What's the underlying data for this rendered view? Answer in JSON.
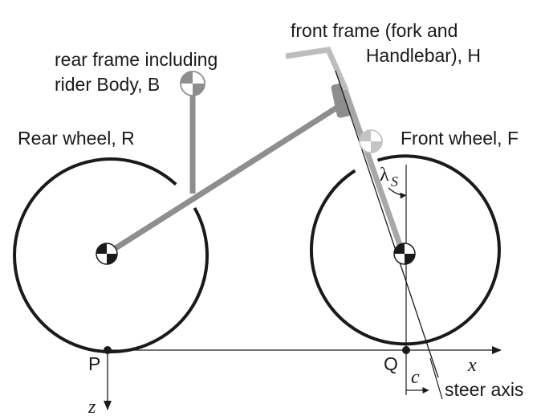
{
  "labels": {
    "rear_frame_line1": "rear frame including",
    "rear_frame_line2": "rider Body, B",
    "front_frame_line1": "front frame (fork and",
    "front_frame_line2": "Handlebar), H",
    "rear_wheel": "Rear wheel, R",
    "front_wheel": "Front wheel, F",
    "point_p": "P",
    "point_q": "Q",
    "axis_x": "x",
    "axis_z": "z",
    "trail": "c",
    "steer_axis": "steer axis",
    "steer_angle_symbol": "λ",
    "steer_angle_subscript": "S"
  },
  "colors": {
    "ink": "#1a1a1a",
    "frame_gray": "#8e8e8e",
    "handlebar_gray": "#bdbdbd",
    "fork_gray": "#a8a8a8",
    "com_marker": "center-of-mass-symbol"
  }
}
